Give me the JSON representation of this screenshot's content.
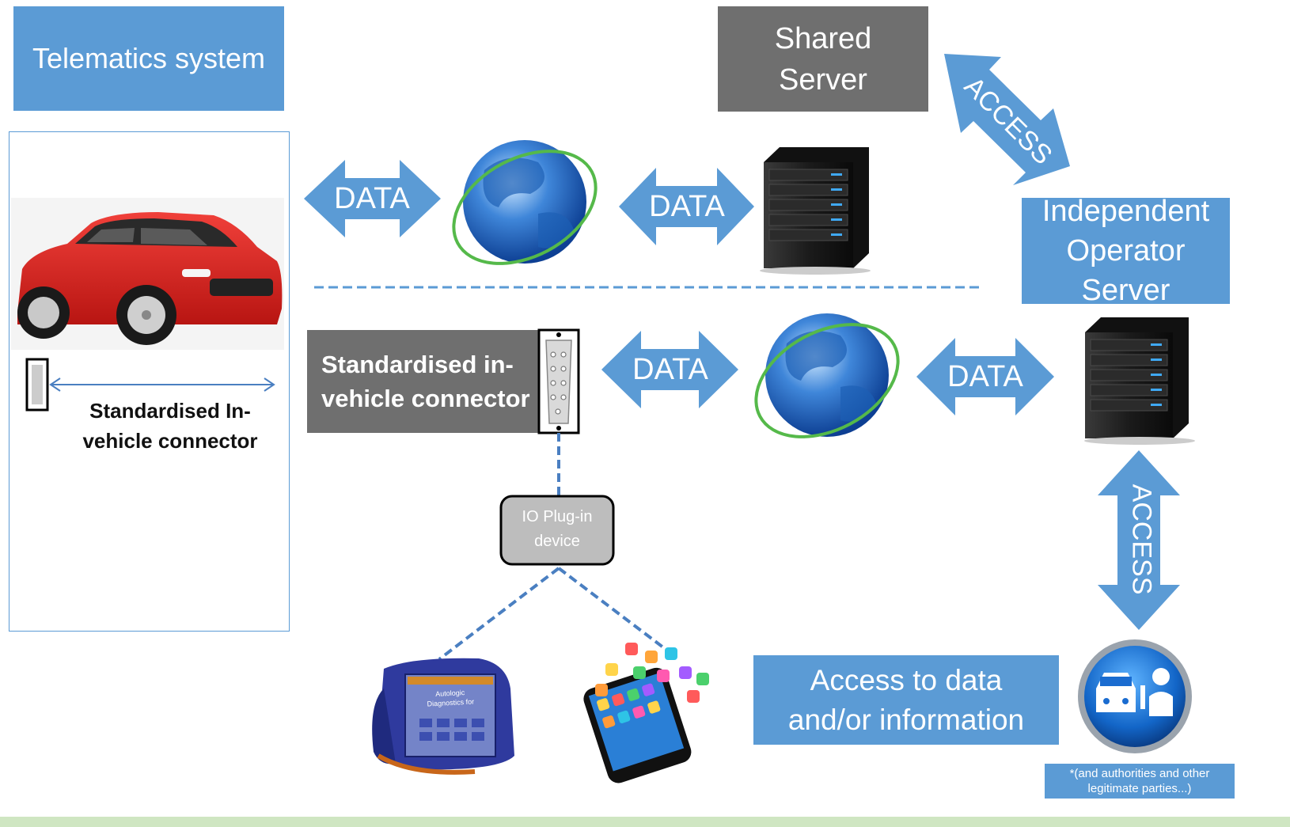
{
  "title": "Telematics system",
  "shared_server": {
    "line1": "Shared",
    "line2": "Server"
  },
  "independent_server": {
    "line1": "Independent",
    "line2": "Operator",
    "line3": "Server"
  },
  "connector_caption": {
    "line1": "Standardised In-",
    "line2": "vehicle connector"
  },
  "connector_box": {
    "line1": "Standardised in-",
    "line2": "vehicle connector"
  },
  "io_device": {
    "line1": "IO Plug-in",
    "line2": "device"
  },
  "access_box": {
    "line1": "Access to data",
    "line2": "and/or information"
  },
  "footnote": {
    "line1": "*(and authorities and other",
    "line2": "legitimate parties...)"
  },
  "arrow_labels": {
    "data": "DATA",
    "access": "ACCESS"
  },
  "scan_tool_screen": {
    "line1": "Autologic",
    "line2": "Diagnostics for"
  },
  "colors": {
    "blue": "#5b9bd5",
    "grey": "#6f6f6f",
    "car_red": "#d8231d",
    "footer_green": "#cfe6c2"
  }
}
